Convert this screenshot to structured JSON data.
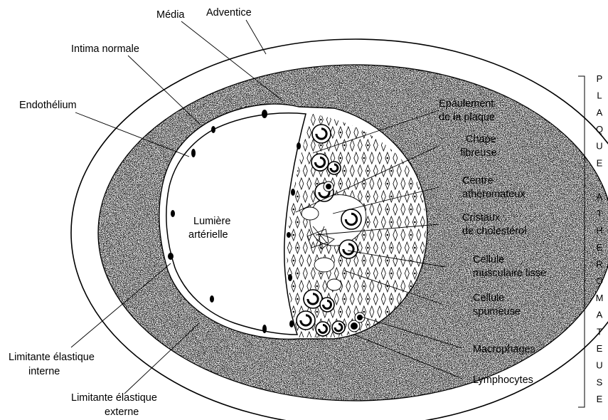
{
  "labels": {
    "media": "Média",
    "adventice": "Adventice",
    "intima_normale": "Intima normale",
    "endothelium": "Endothélium",
    "lumiere_1": "Lumière",
    "lumiere_2": "artérielle",
    "limitante_interne_1": "Limitante élastique",
    "limitante_interne_2": "interne",
    "limitante_externe_1": "Limitante élastique",
    "limitante_externe_2": "externe",
    "epaulement_1": "Epaulement",
    "epaulement_2": "de la plaque",
    "chape_1": "Chape",
    "chape_2": "fibreuse",
    "centre_1": "Centre",
    "centre_2": "athéromateux",
    "cristaux_1": "Cristaux",
    "cristaux_2": "de cholestérol",
    "cellule_musc_1": "Cellule",
    "cellule_musc_2": "musculaire lisse",
    "cellule_spum_1": "Cellule",
    "cellule_spum_2": "spumeuse",
    "macrophages": "Macrophages",
    "lymphocytes": "Lymphocytes"
  },
  "bracket_letters": [
    "P",
    "L",
    "A",
    "Q",
    "U",
    "E",
    "",
    "A",
    "T",
    "H",
    "E",
    "R",
    "O",
    "M",
    "A",
    "T",
    "E",
    "U",
    "S",
    "E"
  ]
}
